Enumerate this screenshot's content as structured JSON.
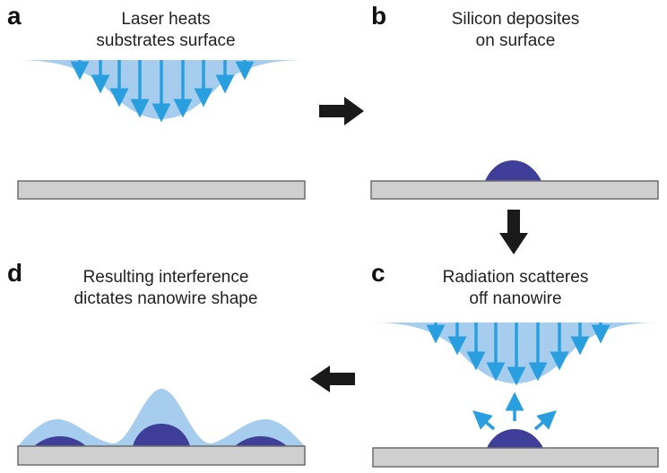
{
  "panels": {
    "a": {
      "letter": "a",
      "caption_line1": "Laser heats",
      "caption_line2": "substrates surface"
    },
    "b": {
      "letter": "b",
      "caption_line1": "Silicon deposites",
      "caption_line2": "on surface"
    },
    "c": {
      "letter": "c",
      "caption_line1": "Radiation scatteres",
      "caption_line2": "off nanowire"
    },
    "d": {
      "letter": "d",
      "caption_line1": "Resulting interference",
      "caption_line2": "dictates nanowire shape"
    }
  },
  "colors": {
    "beam_fill": "#a6cdee",
    "beam_arrow": "#2a9fe0",
    "substrate_fill": "#cfcfd0",
    "substrate_stroke": "#6d6d6d",
    "nanowire": "#3f3f9a",
    "flow_arrow": "#1a1a1a",
    "text": "#222222"
  },
  "icons": {
    "flow_a_to_b": "arrow-right-icon",
    "flow_b_to_c": "arrow-down-icon",
    "flow_c_to_d": "arrow-left-icon",
    "laser_rays": "arrow-down-icon",
    "scatter_rays": "arrow-up-icon"
  }
}
